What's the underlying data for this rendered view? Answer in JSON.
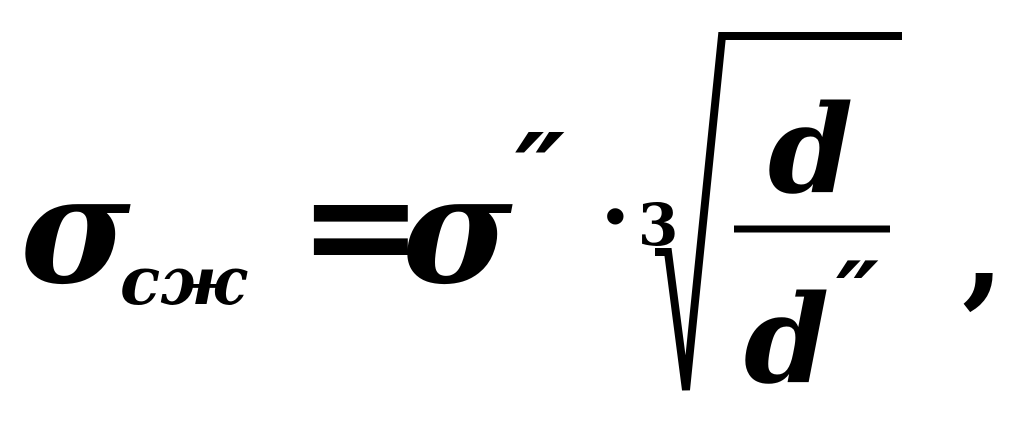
{
  "formula": {
    "sigma": "σ",
    "subscript": "сж",
    "equals": "=",
    "prime": "″",
    "dot": "·",
    "root_index": "3",
    "numerator": "d",
    "denominator": "d",
    "comma": ","
  }
}
